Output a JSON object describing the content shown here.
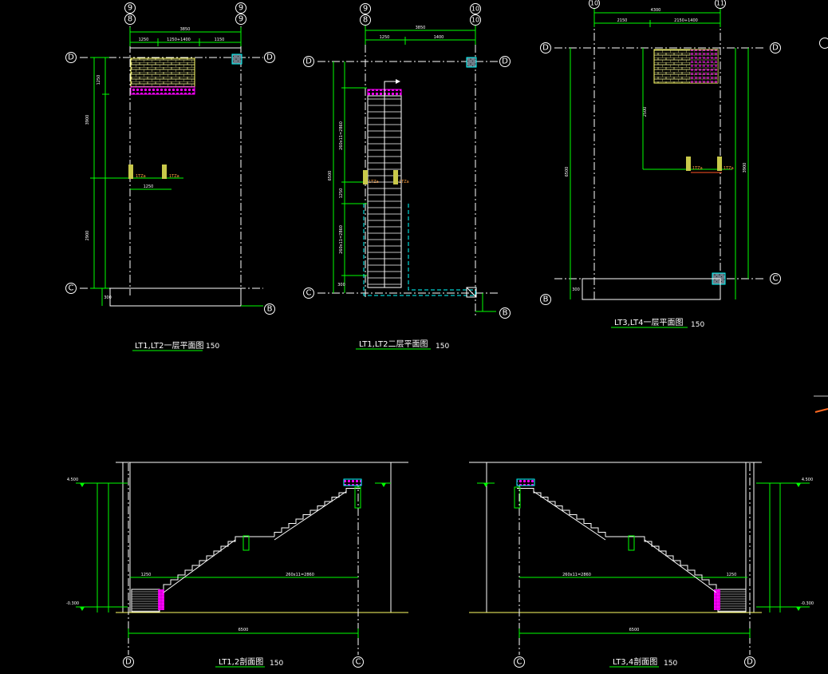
{
  "drawings": {
    "plan1": {
      "title": "LT1,LT2一层平面图",
      "scale": "150"
    },
    "plan2": {
      "title": "LT1,LT2二层平面图",
      "scale": "150"
    },
    "plan3": {
      "title": "LT3,LT4一层平面图",
      "scale": "150"
    },
    "section1": {
      "title": "LT1,2剖面图",
      "scale": "150"
    },
    "section2": {
      "title": "LT3,4剖面图",
      "scale": "150"
    }
  },
  "axes": {
    "p1": {
      "top_left": [
        "9",
        "8"
      ],
      "top_right": [
        "9",
        "9"
      ],
      "d_left": "D",
      "d_right": "D",
      "c": "C",
      "b": "B"
    },
    "p2": {
      "top_left": [
        "9",
        "8"
      ],
      "top_right": [
        "10",
        "10"
      ],
      "d_left": "D",
      "d_right": "D",
      "c": "C",
      "b": "B"
    },
    "p3": {
      "top_left": "10",
      "top_right": "11",
      "d_left": "D",
      "d_right": "D",
      "c": "C",
      "b": "B"
    },
    "s1": {
      "left": "D",
      "right": "C"
    },
    "s2": {
      "left": "C",
      "right": "D"
    }
  },
  "dims": {
    "p1": {
      "total": "3850",
      "seg1": "1250",
      "seg2": "1250+1400",
      "seg3": "1150",
      "mid": "1250",
      "left_upper": "1250",
      "left_mid": "3900",
      "left_lower": "2900",
      "bottom": "300"
    },
    "p2": {
      "total": "3850",
      "seg1": "1250",
      "seg2": "1400",
      "stair_run": "260x11=2860",
      "landing": "1250",
      "stair_run2": "260x11=2860",
      "height": "6500",
      "bottom": "300"
    },
    "p3": {
      "total": "4300",
      "seg1": "2150",
      "seg2": "2150+1400",
      "left": "6500",
      "right_upper": "3900",
      "right_mid": "2500",
      "bottom": "300"
    },
    "s1": {
      "span": "6500",
      "landing_w": "1250",
      "run": "260x11=2860",
      "level_top": "4.500",
      "level_bot": "-0.300"
    },
    "s2": {
      "span": "6500",
      "landing_w": "1250",
      "run": "260x11=2860",
      "level_top": "4.500",
      "level_bot": "-0.300"
    }
  }
}
